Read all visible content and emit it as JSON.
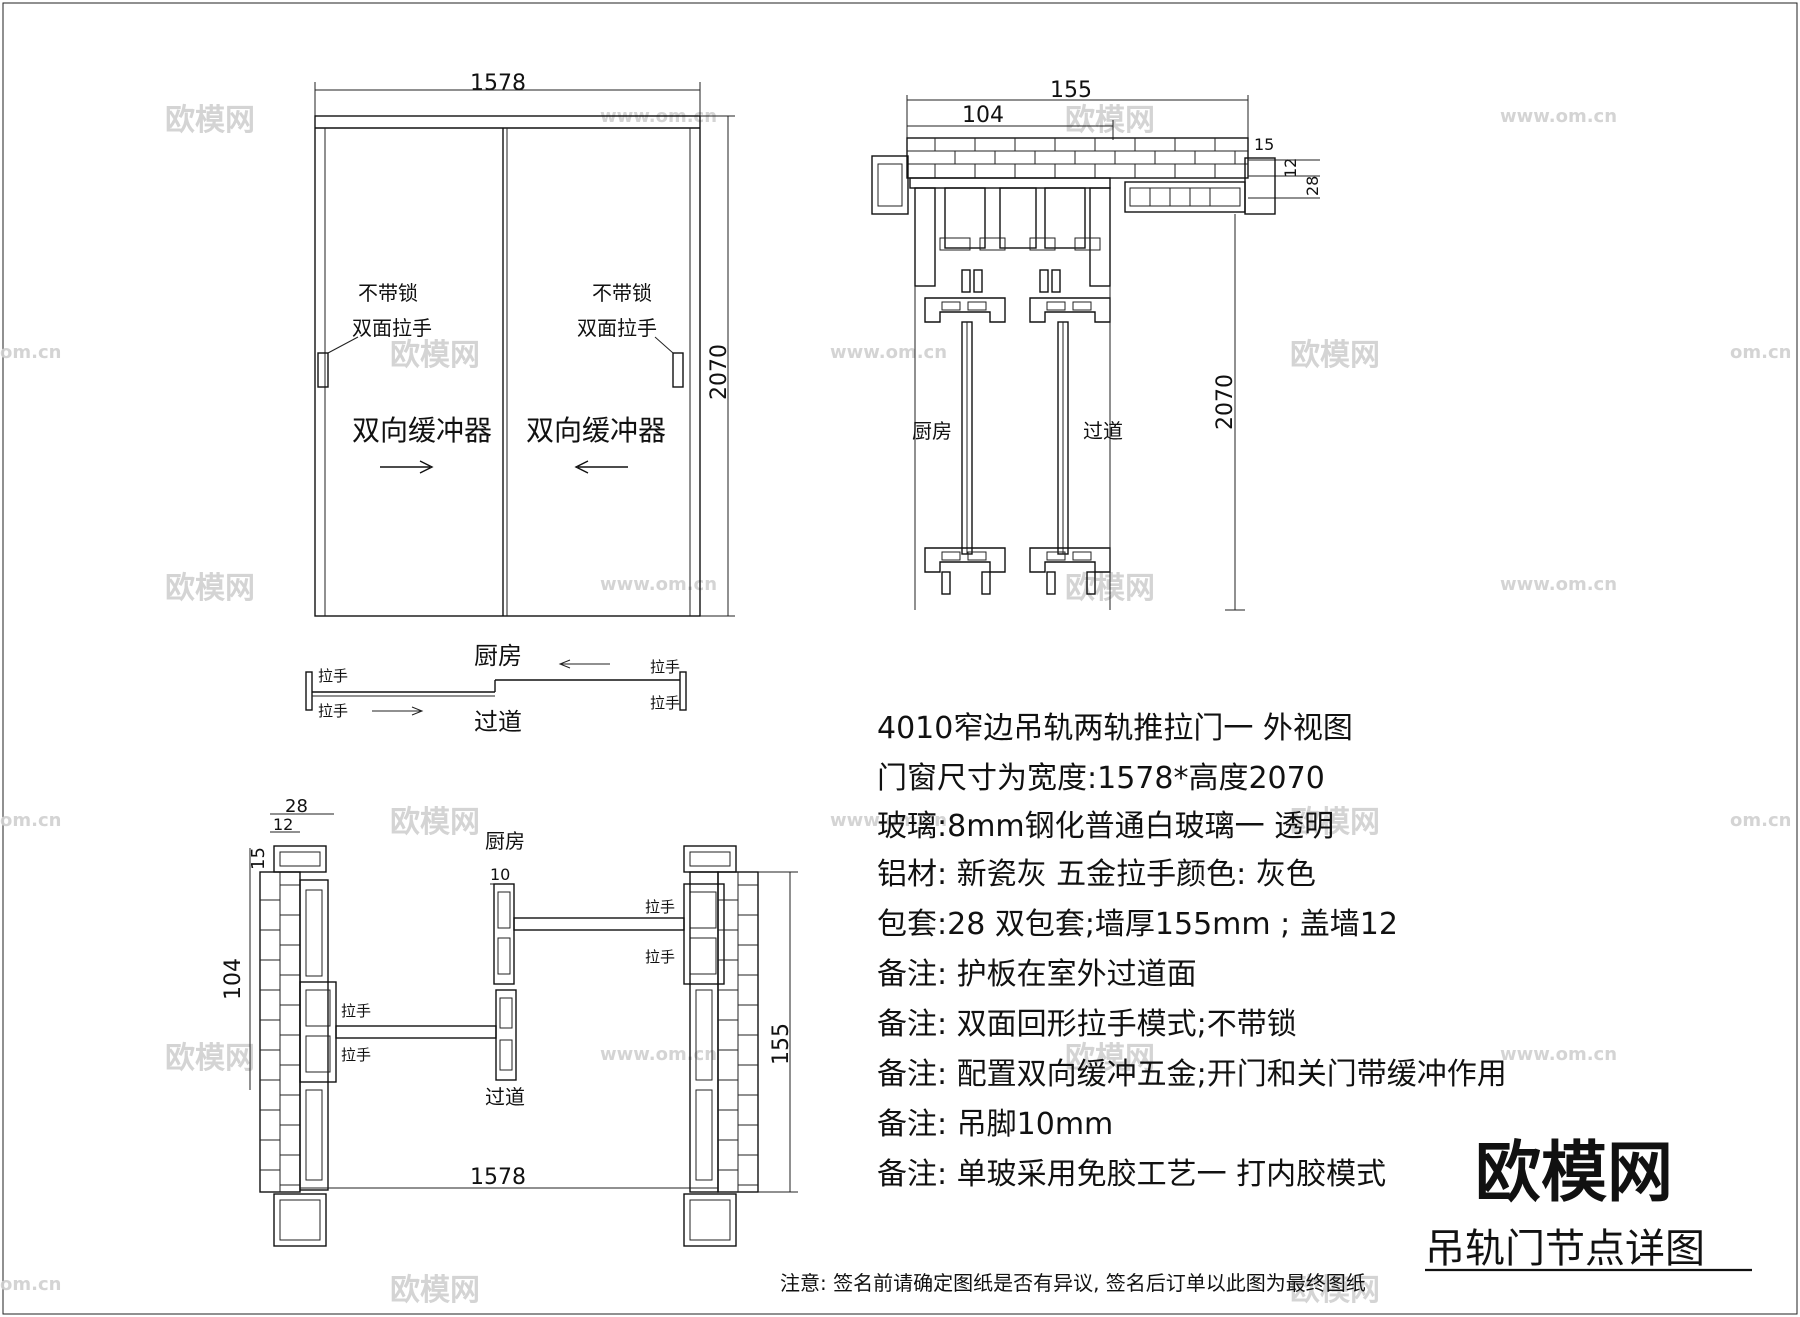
{
  "elevation": {
    "width_dim": "1578",
    "height_dim": "2070",
    "left_leaf": {
      "handle_label_1": "不带锁",
      "handle_label_2": "双面拉手",
      "buffer_label": "双向缓冲器"
    },
    "right_leaf": {
      "handle_label_1": "不带锁",
      "handle_label_2": "双面拉手",
      "buffer_label": "双向缓冲器"
    }
  },
  "plan_small": {
    "top_label": "厨房",
    "bottom_label": "过道",
    "handle_label": "拉手"
  },
  "section_vertical": {
    "dim_155": "155",
    "dim_104": "104",
    "dim_15": "15",
    "dim_12": "12",
    "dim_28": "28",
    "dim_2070": "2070",
    "label_kitchen": "厨房",
    "label_corridor": "过道"
  },
  "section_horizontal": {
    "dim_28": "28",
    "dim_12": "12",
    "dim_15": "15",
    "dim_104": "104",
    "dim_10": "10",
    "dim_155": "155",
    "dim_1578": "1578",
    "label_kitchen": "厨房",
    "label_corridor": "过道",
    "handle_label": "拉手"
  },
  "spec_notes": [
    "4010窄边吊轨两轨推拉门一 外视图",
    "门窗尺寸为宽度:1578*高度2070",
    "玻璃:8mm钢化普通白玻璃一 透明",
    "铝材: 新瓷灰       五金拉手颜色: 灰色",
    "包套:28 双包套;墙厚155mm ; 盖墙12",
    "备注: 护板在室外过道面",
    "备注: 双面回形拉手模式;不带锁",
    "备注: 配置双向缓冲五金;开门和关门带缓冲作用",
    "备注: 吊脚10mm",
    "备注: 单玻采用免胶工艺一 打内胶模式"
  ],
  "brand": "欧模网",
  "drawing_title": "吊轨门节点详图",
  "footer_note": "注意: 签名前请确定图纸是否有异议, 签名后订单以此图为最终图纸",
  "watermark": {
    "logo": "欧模网",
    "url": "www.om.cn",
    "url_short": "om.cn"
  }
}
